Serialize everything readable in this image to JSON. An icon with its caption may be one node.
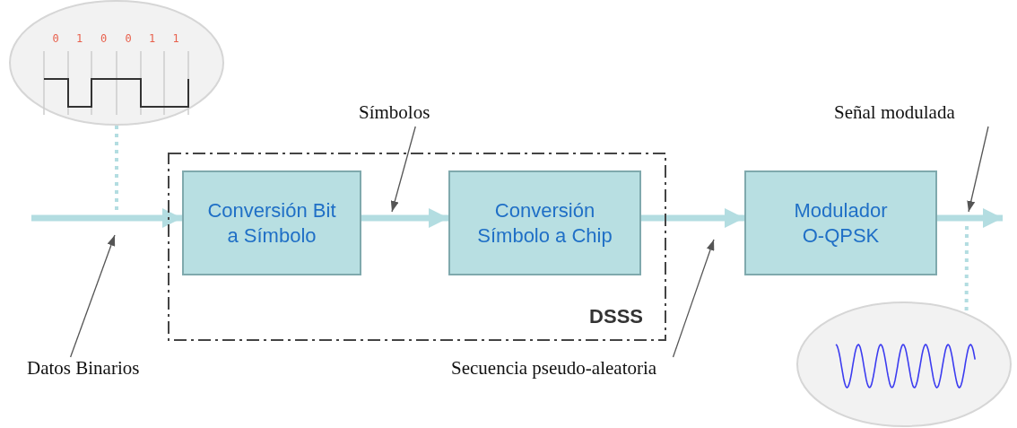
{
  "diagram": {
    "nodes": [
      {
        "text": [
          "DSSS"
        ]
      },
      {
        "text": [
          "Conversión Bit a Símbolo"
        ],
        "in": 0
      },
      {
        "text": [
          "Conversión Símbolo a Chip"
        ],
        "in": 0
      },
      {
        "text": [
          "Modulador O-QPSK"
        ]
      },
      {
        "text": [
          "0",
          "1",
          "0",
          "0",
          "1",
          "1"
        ]
      },
      {
        "text": [],
        "shape": "picture"
      },
      {
        "text": [
          "Datos Binarios"
        ]
      },
      {
        "text": [
          "Símbolos"
        ]
      },
      {
        "text": [
          "Secuencia pseudo-aleatoria"
        ]
      },
      {
        "text": [
          "Señal modulada"
        ]
      }
    ],
    "edges": [
      {
        "from": null,
        "to": 1,
        "arrow": "to"
      },
      {
        "from": 1,
        "to": 2,
        "arrow": "to"
      },
      {
        "from": 2,
        "to": 3,
        "arrow": "to"
      },
      {
        "from": 3,
        "to": null,
        "arrow": "to"
      },
      {
        "from": 4,
        "to": null,
        "arrow": "none",
        "style": "dashed"
      },
      {
        "from": null,
        "to": 5,
        "arrow": "none",
        "style": "dashed"
      },
      {
        "from": 6,
        "to": null,
        "arrow": "to",
        "color": "#555555"
      },
      {
        "from": 7,
        "to": null,
        "arrow": "to",
        "color": "#555555"
      },
      {
        "from": 8,
        "to": null,
        "arrow": "to",
        "color": "#555555"
      },
      {
        "from": 9,
        "to": null,
        "arrow": "to",
        "color": "#555555"
      }
    ]
  }
}
